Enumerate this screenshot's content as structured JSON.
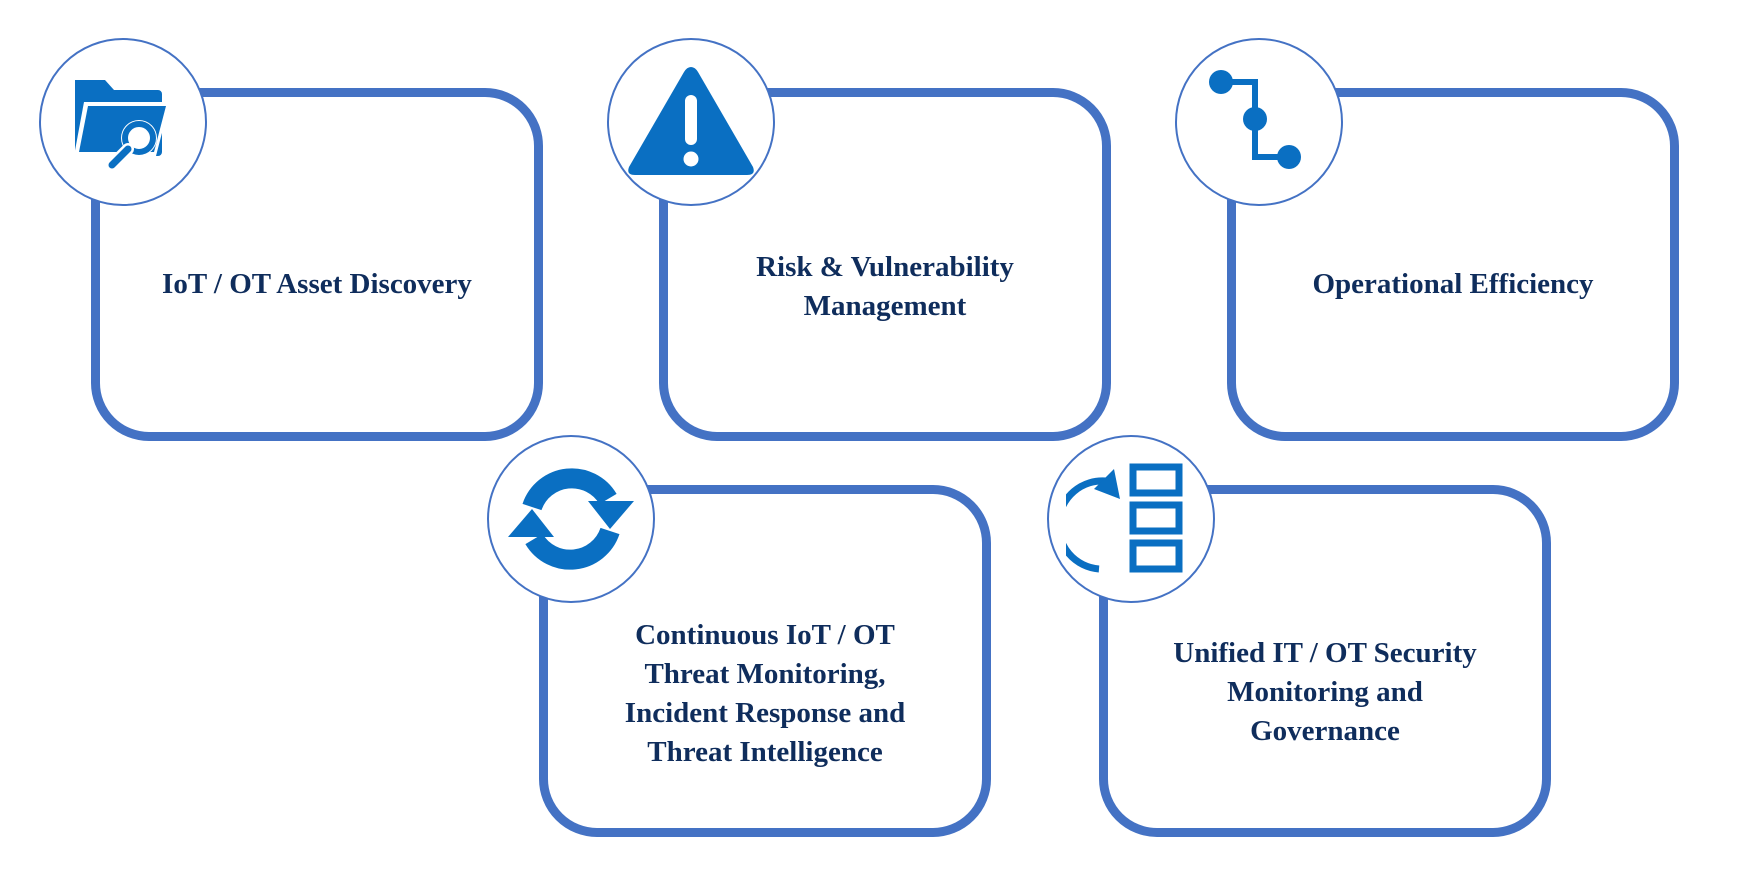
{
  "colors": {
    "card_border": "#4472c4",
    "badge_border": "#4472c4",
    "icon_fill": "#0a6fc2",
    "text": "#0f2d5c",
    "background": "#ffffff"
  },
  "cards": [
    {
      "label": "IoT / OT Asset Discovery",
      "icon": "folder-search-icon"
    },
    {
      "label": "Risk & Vulnerability\nManagement",
      "icon": "warning-triangle-icon"
    },
    {
      "label": "Operational Efficiency",
      "icon": "workflow-nodes-icon"
    },
    {
      "label": "Continuous  IoT / OT\nThreat Monitoring,\nIncident  Response and\nThreat Intelligence",
      "icon": "refresh-cycle-icon"
    },
    {
      "label": "Unified IT / OT Security\nMonitoring and\nGovernance",
      "icon": "stacked-list-arrow-icon"
    }
  ]
}
